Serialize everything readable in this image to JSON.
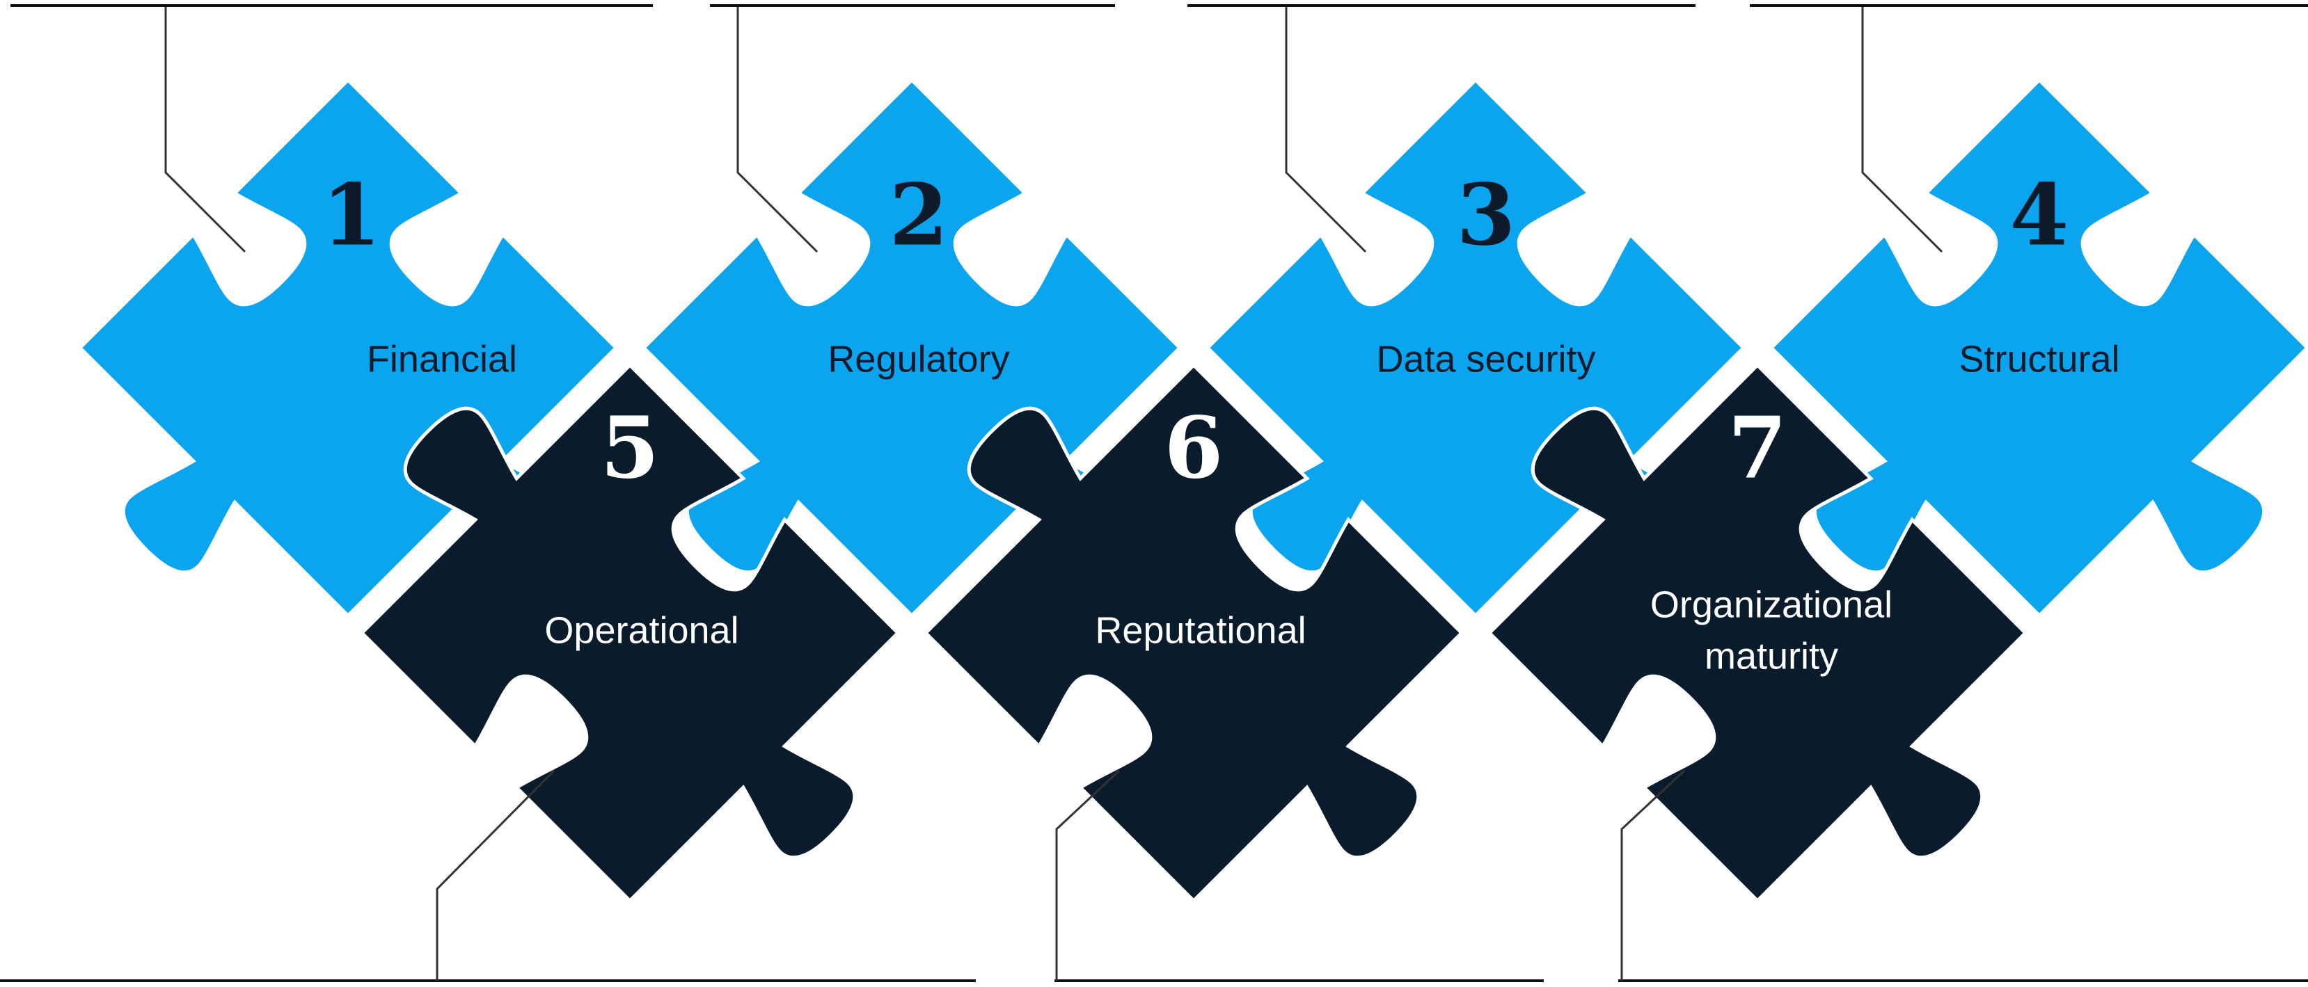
{
  "colors": {
    "risk_piece": "#0aa5ee",
    "dark_piece": "#0a1b2b",
    "number_on_risk": "#0c1a2a",
    "label_on_risk": "#0c1a2a",
    "number_on_dark": "#ffffff",
    "label_on_dark": "#ffffff",
    "leader_line": "#333333",
    "rule_line": "#111111"
  },
  "pieces": [
    {
      "id": "p1",
      "number": "1",
      "label_lines": [
        "Financial"
      ],
      "tone": "risk"
    },
    {
      "id": "p2",
      "number": "2",
      "label_lines": [
        "Regulatory"
      ],
      "tone": "risk"
    },
    {
      "id": "p3",
      "number": "3",
      "label_lines": [
        "Data security"
      ],
      "tone": "risk"
    },
    {
      "id": "p4",
      "number": "4",
      "label_lines": [
        "Structural"
      ],
      "tone": "risk"
    },
    {
      "id": "p5",
      "number": "5",
      "label_lines": [
        "Operational"
      ],
      "tone": "dark"
    },
    {
      "id": "p6",
      "number": "6",
      "label_lines": [
        "Reputational"
      ],
      "tone": "dark"
    },
    {
      "id": "p7",
      "number": "7",
      "label_lines": [
        "Organizational",
        "maturity"
      ],
      "tone": "dark"
    }
  ]
}
